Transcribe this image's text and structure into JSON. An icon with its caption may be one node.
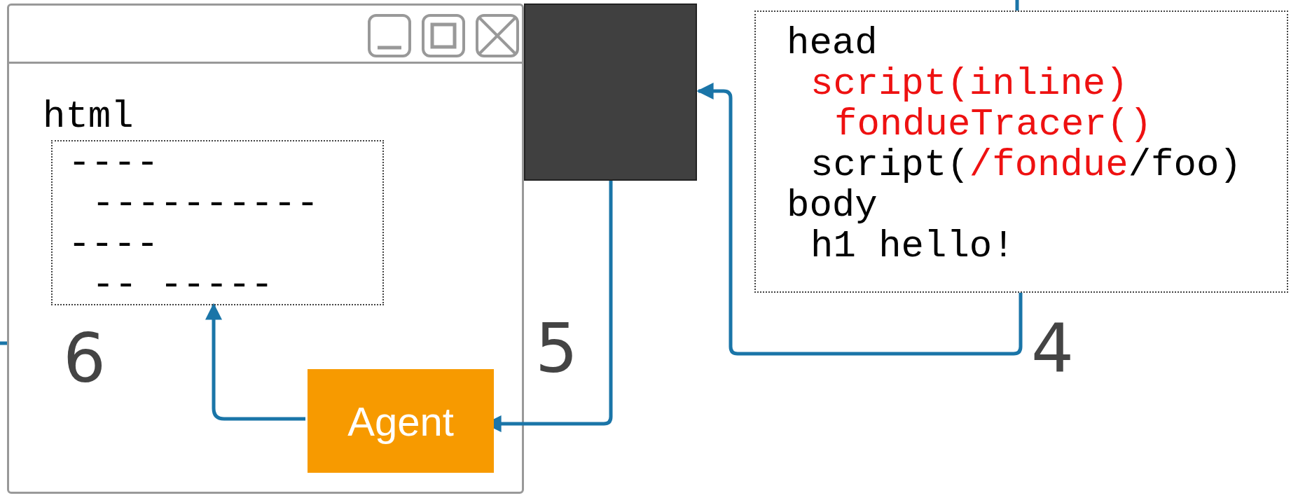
{
  "diagram": {
    "nodes": [
      {
        "text": [],
        "shape": "box"
      },
      {
        "text": [
          "html",
          "----",
          "----------",
          "----",
          "-- -----"
        ],
        "in": 0
      },
      {
        "text": [
          "Agent"
        ],
        "in": 0
      },
      {
        "text": [],
        "shape": "box"
      },
      {
        "text": [
          "head",
          "script(inline)",
          "fondueTracer()",
          "script(*/fondue*/foo)",
          "body",
          "h1 hello!"
        ]
      }
    ],
    "edges": [
      {
        "from": 4,
        "to": 3,
        "arrow": "to",
        "label": "4"
      },
      {
        "from": 3,
        "to": 2,
        "arrow": "to",
        "label": "5"
      },
      {
        "from": 2,
        "to": 1,
        "arrow": "to",
        "label": "6"
      },
      {
        "from": null,
        "to": 0,
        "arrow": "none"
      },
      {
        "from": 4,
        "to": null,
        "arrow": "none"
      }
    ]
  }
}
